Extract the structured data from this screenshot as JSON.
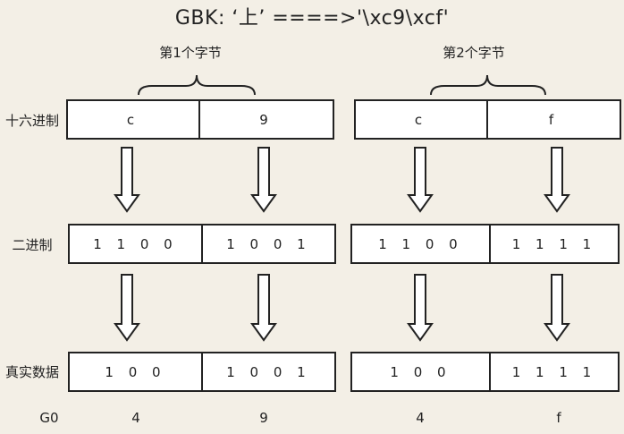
{
  "title": "GBK: ‘上’ ====>'\\xc9\\xcf'",
  "byte_labels": [
    "第1个字节",
    "第2个字节"
  ],
  "row_labels": {
    "hex": "十六进制",
    "binary": "二进制",
    "real": "真实数据",
    "g0": "G0"
  },
  "hex_cells": [
    "c",
    "9",
    "c",
    "f"
  ],
  "binary_cells": [
    "1 1 0 0",
    "1 0 0 1",
    "1 1 0 0",
    "1 1 1 1"
  ],
  "real_cells": [
    "1 0 0",
    "1 0 0 1",
    "1 0 0",
    "1 1 1 1"
  ],
  "g0_values": [
    "4",
    "9",
    "4",
    "f"
  ]
}
